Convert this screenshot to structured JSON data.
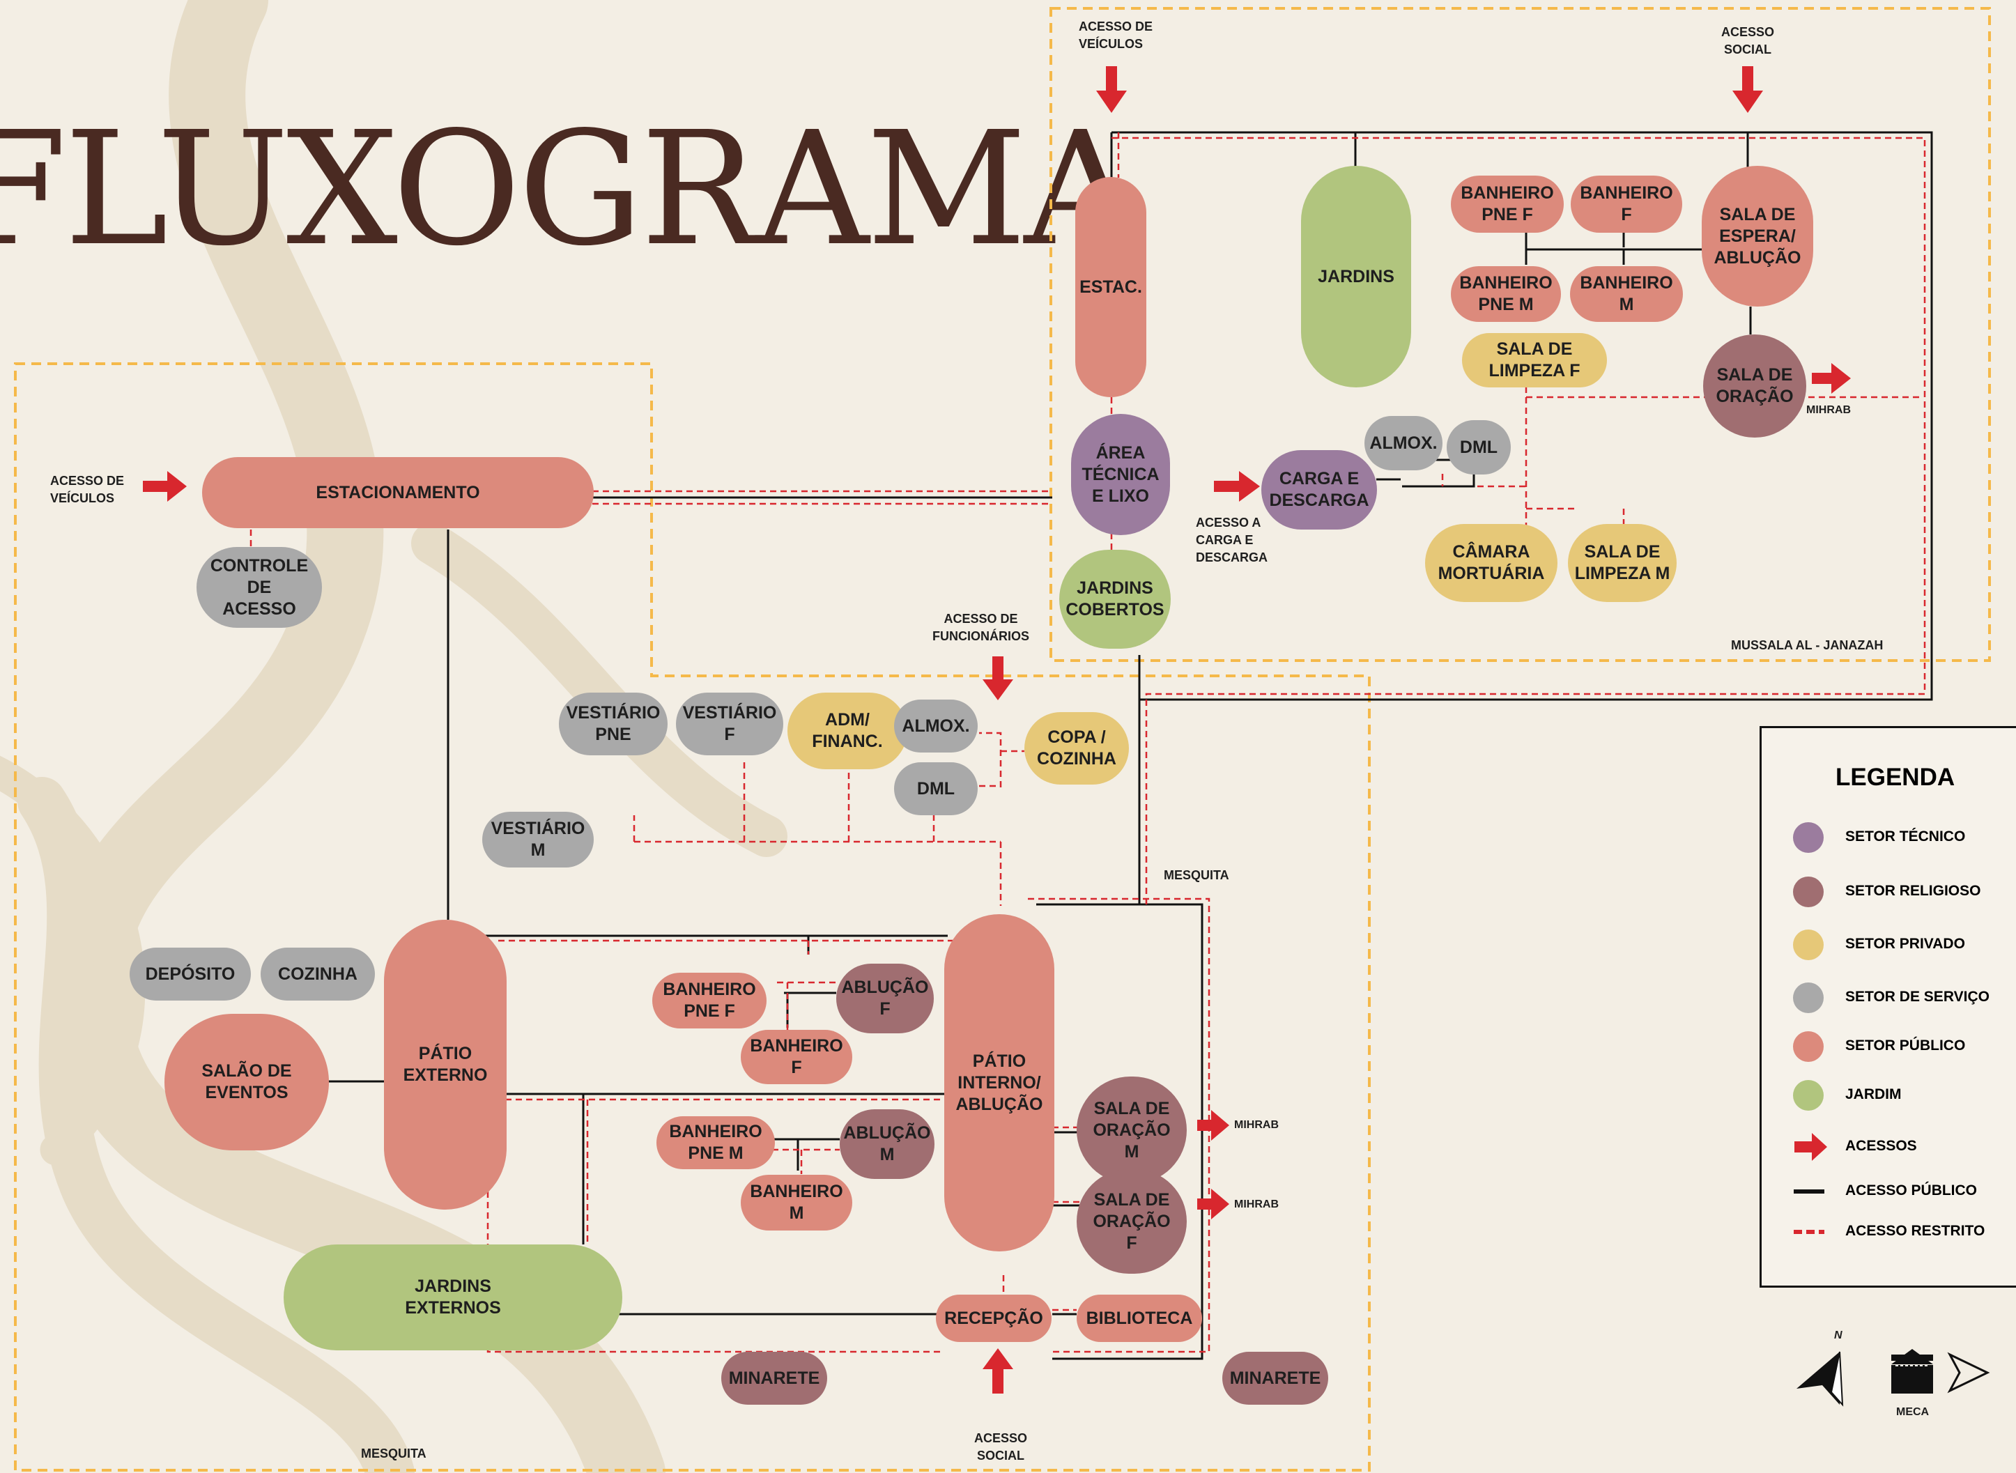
{
  "title": "FLUXOGRAMA",
  "colors": {
    "tecnico": "#9b7c9e",
    "religioso": "#a06e71",
    "privado": "#e6c878",
    "servico": "#a9a9a9",
    "publico": "#dc8a7c",
    "jardim": "#b1c57e",
    "arrow": "#d8272e",
    "zone_border": "#f5b94a",
    "background": "#f3eee4"
  },
  "zones": {
    "mosque_top_label": "MESQUITA",
    "mosque_bottom_label": "MESQUITA",
    "mussala_label": "MUSSALA AL - JANAZAH"
  },
  "access_labels": {
    "veiculos_left": "ACESSO DE\nVEÍCULOS",
    "veiculos_top": "ACESSO DE\nVEÍCULOS",
    "social_top": "ACESSO\nSOCIAL",
    "funcionarios": "ACESSO DE\nFUNCIONÁRIOS",
    "carga": "ACESSO A\nCARGA E\nDESCARGA",
    "social_bottom": "ACESSO\nSOCIAL",
    "mihrab_1": "MIHRAB",
    "mihrab_2": "MIHRAB",
    "mihrab_3": "MIHRAB"
  },
  "nodes": {
    "estacionamento": "ESTACIONAMENTO",
    "controle_acesso": "CONTROLE\nDE\nACESSO",
    "vestiario_pne": "VESTIÁRIO\nPNE",
    "vestiario_f": "VESTIÁRIO\nF",
    "adm_financ": "ADM/\nFINANC.",
    "almox_1": "ALMOX.",
    "dml_1": "DML",
    "copa_cozinha": "COPA /\nCOZINHA",
    "vestiario_m": "VESTIÁRIO\nM",
    "deposito": "DEPÓSITO",
    "cozinha": "COZINHA",
    "salao_eventos": "SALÃO DE\nEVENTOS",
    "patio_externo": "PÁTIO\nEXTERNO",
    "banheiro_pne_f_1": "BANHEIRO\nPNE F",
    "ablucao_f": "ABLUÇÃO\nF",
    "banheiro_f_1": "BANHEIRO\nF",
    "banheiro_pne_m_1": "BANHEIRO\nPNE M",
    "ablucao_m": "ABLUÇÃO\nM",
    "banheiro_m_1": "BANHEIRO\nM",
    "patio_interno": "PÁTIO\nINTERNO/\nABLUÇÃO",
    "sala_oracao_m": "SALA DE\nORAÇÃO\nM",
    "sala_oracao_f": "SALA DE\nORAÇÃO\nF",
    "jardins_externos": "JARDINS\nEXTERNOS",
    "recepcao": "RECEPÇÃO",
    "biblioteca": "BIBLIOTECA",
    "minarete_1": "MINARETE",
    "minarete_2": "MINARETE",
    "estac": "ESTAC.",
    "jardins": "JARDINS",
    "banheiro_pne_f_2": "BANHEIRO\nPNE F",
    "banheiro_f_2": "BANHEIRO\nF",
    "banheiro_pne_m_2": "BANHEIRO\nPNE M",
    "banheiro_m_2": "BANHEIRO\nM",
    "sala_espera": "SALA DE\nESPERA/\nABLUÇÃO",
    "sala_limpeza_f": "SALA DE\nLIMPEZA F",
    "sala_oracao": "SALA DE\nORAÇÃO",
    "area_tecnica": "ÁREA\nTÉCNICA\nE  LIXO",
    "carga_descarga": "CARGA E\nDESCARGA",
    "almox_2": "ALMOX.",
    "dml_2": "DML",
    "jardins_cobertos": "JARDINS\nCOBERTOS",
    "camara_mortuaria": "CÂMARA\nMORTUÁRIA",
    "sala_limpeza_m": "SALA DE\nLIMPEZA M"
  },
  "legend": {
    "title": "LEGENDA",
    "items": [
      {
        "label": "SETOR TÉCNICO",
        "kind": "dot",
        "color": "#9b7c9e"
      },
      {
        "label": "SETOR RELIGIOSO",
        "kind": "dot",
        "color": "#a06e71"
      },
      {
        "label": "SETOR PRIVADO",
        "kind": "dot",
        "color": "#e6c878"
      },
      {
        "label": "SETOR DE SERVIÇO",
        "kind": "dot",
        "color": "#a9a9a9"
      },
      {
        "label": "SETOR PÚBLICO",
        "kind": "dot",
        "color": "#dc8a7c"
      },
      {
        "label": "JARDIM",
        "kind": "dot",
        "color": "#b1c57e"
      },
      {
        "label": "ACESSOS",
        "kind": "arrow",
        "color": "#d8272e"
      },
      {
        "label": "ACESSO PÚBLICO",
        "kind": "solid",
        "color": "#111111"
      },
      {
        "label": "ACESSO RESTRITO",
        "kind": "dashed",
        "color": "#d8272e"
      }
    ]
  },
  "compass": {
    "north": "N",
    "meca": "MECA"
  }
}
